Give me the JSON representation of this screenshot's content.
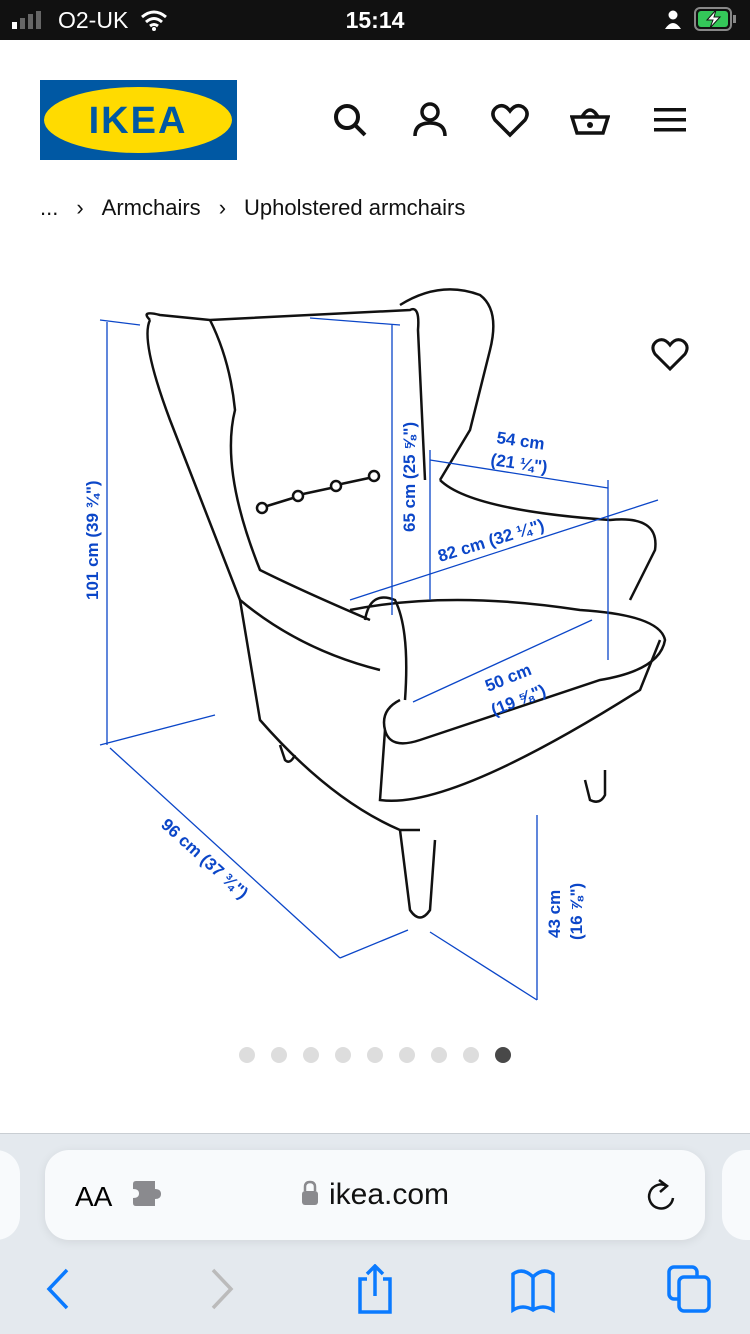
{
  "status_bar": {
    "carrier": "O2-UK",
    "time": "15:14"
  },
  "header": {
    "logo_text": "IKEA",
    "icons": [
      "search-icon",
      "user-icon",
      "heart-icon",
      "basket-icon",
      "menu-icon"
    ]
  },
  "breadcrumb": {
    "ellipsis": "...",
    "items": [
      "Armchairs",
      "Upholstered armchairs"
    ]
  },
  "image": {
    "dimensions": {
      "height_total": "101 cm (39 ¾\")",
      "back_height": "65 cm (25 ⅝\")",
      "seat_width_label": "54 cm",
      "seat_width_imperial": "(21 ¼\")",
      "width_total": "82 cm (32 ¼\")",
      "seat_depth_label": "50 cm",
      "seat_depth_imperial": "(19 ⅝\")",
      "depth_total": "96 cm (37 ¾\")",
      "seat_height_label": "43 cm",
      "seat_height_imperial": "(16 ⅞\")"
    },
    "carousel": {
      "total": 9,
      "active": 9
    }
  },
  "browser": {
    "text_size": "AA",
    "url": "ikea.com"
  },
  "colors": {
    "ikea_blue": "#0058a3",
    "ikea_yellow": "#ffdb00",
    "dim_blue": "#0b46c8",
    "ios_blue": "#0a7aff"
  }
}
